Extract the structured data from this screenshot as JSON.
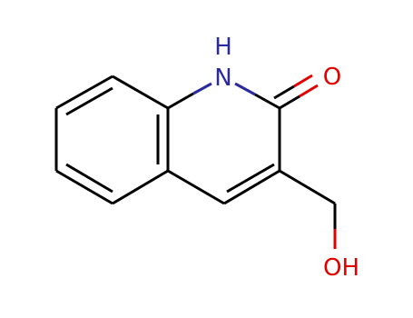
{
  "molecule": {
    "atoms": {
      "nh": {
        "h": "H",
        "n": "N"
      },
      "carbonyl_o": "O",
      "hydroxyl": "OH"
    },
    "colors": {
      "bond": "#000000",
      "nitrogen": "#2a2a9e",
      "oxygen": "#e00000"
    }
  }
}
